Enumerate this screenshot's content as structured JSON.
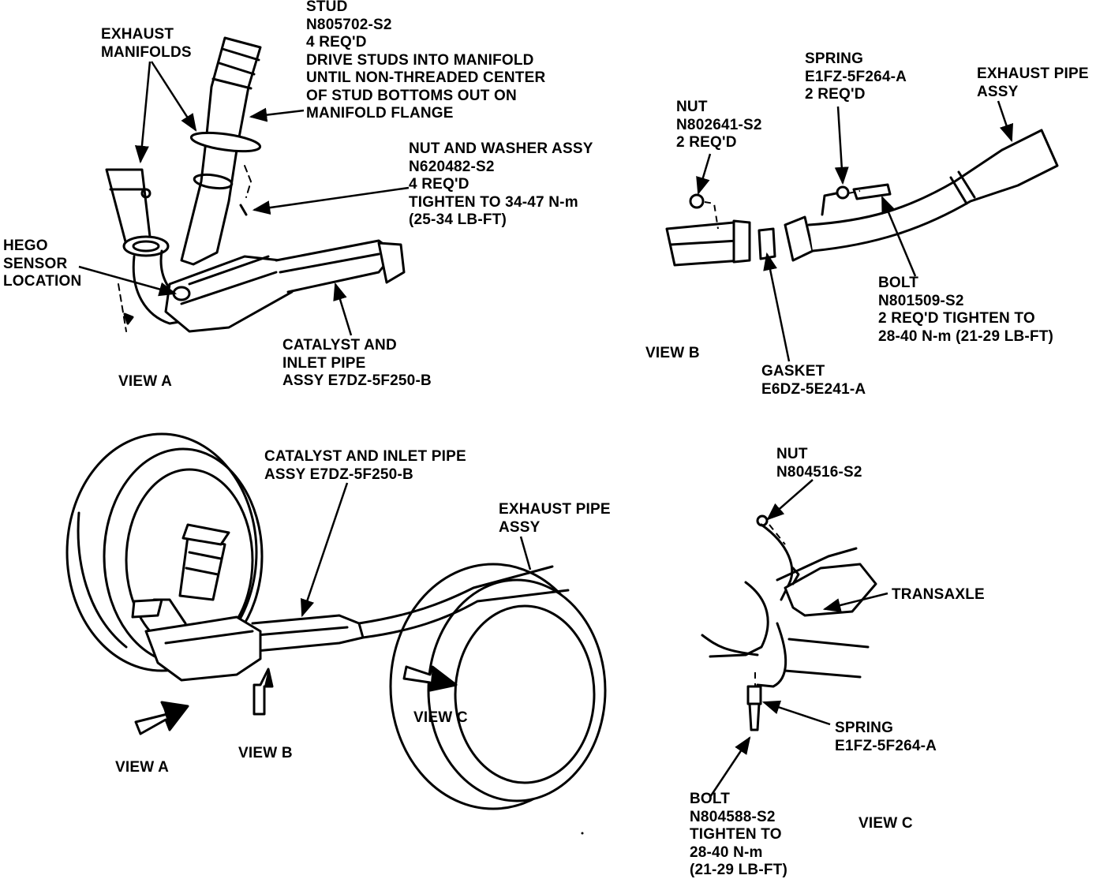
{
  "colors": {
    "ink": "#000000",
    "paper": "#ffffff"
  },
  "view_a_detail": {
    "stud": [
      "STUD",
      "N805702-S2",
      "4 REQ'D",
      "DRIVE STUDS INTO MANIFOLD",
      "UNTIL NON-THREADED CENTER",
      "OF STUD BOTTOMS OUT ON",
      "MANIFOLD FLANGE"
    ],
    "exhaust_manifolds": [
      "EXHAUST",
      "MANIFOLDS"
    ],
    "nut_washer": [
      "NUT AND WASHER ASSY",
      "N620482-S2",
      "4 REQ'D",
      "TIGHTEN TO 34-47 N-m",
      "(25-34 LB-FT)"
    ],
    "hego": [
      "HEGO",
      "SENSOR",
      "LOCATION"
    ],
    "catalyst": [
      "CATALYST AND",
      "INLET PIPE",
      "ASSY E7DZ-5F250-B"
    ],
    "view_label": "VIEW A"
  },
  "view_b_detail": {
    "nut": [
      "NUT",
      "N802641-S2",
      "2 REQ'D"
    ],
    "spring": [
      "SPRING",
      "E1FZ-5F264-A",
      "2 REQ'D"
    ],
    "exhaust_pipe": [
      "EXHAUST PIPE",
      "ASSY"
    ],
    "bolt": [
      "BOLT",
      "N801509-S2",
      "2 REQ'D TIGHTEN TO",
      "28-40 N-m (21-29 LB-FT)"
    ],
    "gasket": [
      "GASKET",
      "E6DZ-5E241-A"
    ],
    "view_label": "VIEW B"
  },
  "overview": {
    "catalyst": [
      "CATALYST AND INLET PIPE",
      "ASSY E7DZ-5F250-B"
    ],
    "exhaust_pipe": [
      "EXHAUST PIPE",
      "ASSY"
    ],
    "view_a": "VIEW A",
    "view_b": "VIEW B",
    "view_c": "VIEW C"
  },
  "view_c_detail": {
    "nut": [
      "NUT",
      "N804516-S2"
    ],
    "transaxle": "TRANSAXLE",
    "spring": [
      "SPRING",
      "E1FZ-5F264-A"
    ],
    "bolt": [
      "BOLT",
      "N804588-S2",
      "TIGHTEN TO",
      "28-40 N-m",
      "(21-29 LB-FT)"
    ],
    "view_label": "VIEW C"
  }
}
